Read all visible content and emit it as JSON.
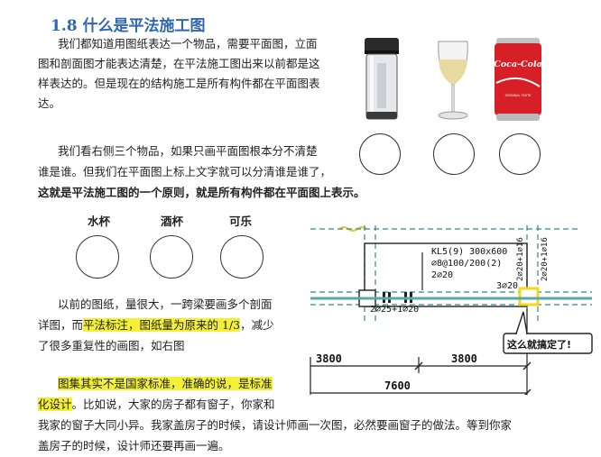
{
  "section": {
    "title": "1.8 什么是平法施工图"
  },
  "paragraph1": {
    "lines": [
      "我们都知道用图纸表达一个物品，需要平面图，立面",
      "图和剖面图才能表达清楚，在平法施工图出来以前都是这",
      "样表达的。但是现在的结构施工是所有构件都在平面图表",
      "达。"
    ]
  },
  "paragraph2": {
    "lines": [
      "我们看右侧三个物品，如果只画平面图根本分不清楚",
      "谁是谁。但我们在平面图上标上文字就可以分清谁是谁了，"
    ],
    "bold_line": "这就是平法施工图的一个原则，就是所有构件都在平面图上表示。"
  },
  "objects": {
    "items": [
      "水杯",
      "酒杯",
      "可乐"
    ],
    "can_brand": "Coca-Cola",
    "can_sub": "ORIGINAL TASTE"
  },
  "paragraph3": {
    "line1": "以前的图纸，量很大，一跨梁要画多个剖面",
    "line2_pre": "详图，而",
    "line2_highlight": "平法标注，图纸量为原来的 1/3",
    "line2_post": "，减少",
    "line3": "了很多重复性的画图，如右图"
  },
  "paragraph4": {
    "line1_highlight": "图集其实不是国家标准，准确的说，是标准",
    "line2_highlight": "化设计",
    "line2_post": "。比如说，大家的房子都有窗子，你家和",
    "line3": "我家的窗子大同小异。我家盖房子的时候，请设计师画一次图，必然要画窗子的做法。等到你家",
    "line4": "盖房子的时候，设计师还要再画一遍。"
  },
  "drawing": {
    "beam_label": "KL5(9) 300x600",
    "stirrup_label": "⌀8@100/200(2)",
    "top_bar": "2⌀20",
    "bottom_left": "2⌀25+1⌀20",
    "right_bar": "3⌀20",
    "vertical_right": "2⌀20+1⌀16",
    "vertical_right2": "2⌀20+1⌀16",
    "callout": "这么就搞定了!",
    "dim_left": "3800",
    "dim_right": "3800",
    "dim_total": "7600"
  },
  "colors": {
    "title": "#2f67b3",
    "highlight": "#f3f035",
    "axis": "#2e8b87",
    "beam_box_highlight": "#f3f035"
  }
}
